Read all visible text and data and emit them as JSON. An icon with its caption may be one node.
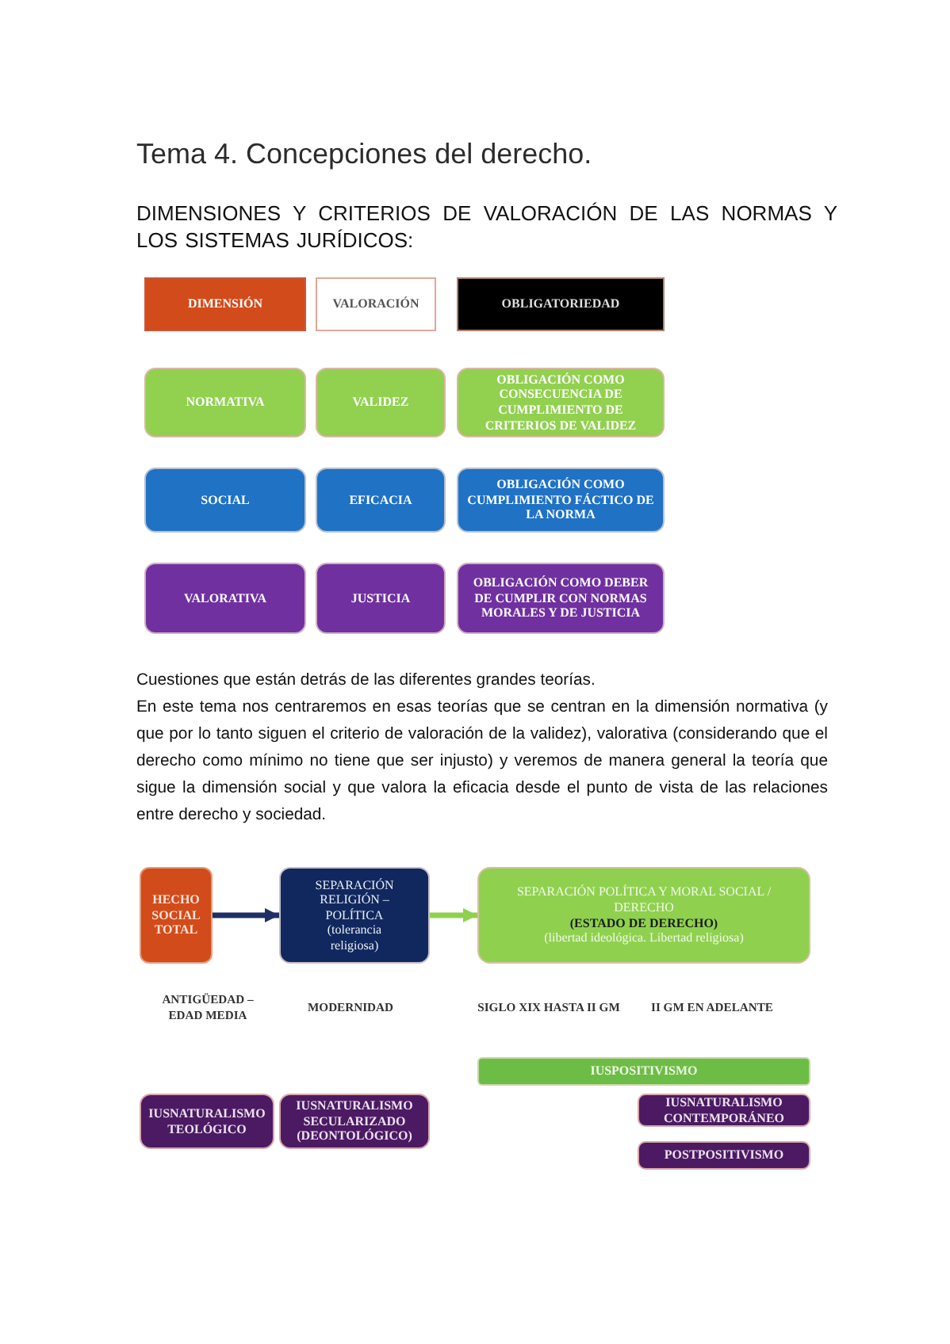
{
  "diagram": {
    "title": "Tema 4. Concepciones del derecho.",
    "nodes": [
      {
        "text": [
          "DIMENSIÓN"
        ]
      },
      {
        "text": [
          "VALORACIÓN"
        ]
      },
      {
        "text": [
          "OBLIGATORIEDAD"
        ]
      },
      {
        "text": [
          "NORMATIVA"
        ]
      },
      {
        "text": [
          "VALIDEZ"
        ]
      },
      {
        "text": [
          "OBLIGACIÓN COMO CONSECUENCIA DE CUMPLIMIENTO DE CRITERIOS DE VALIDEZ"
        ]
      },
      {
        "text": [
          "SOCIAL"
        ]
      },
      {
        "text": [
          "EFICACIA"
        ]
      },
      {
        "text": [
          "OBLIGACIÓN COMO CUMPLIMIENTO FÁCTICO DE LA NORMA"
        ]
      },
      {
        "text": [
          "VALORATIVA"
        ]
      },
      {
        "text": [
          "JUSTICIA"
        ]
      },
      {
        "text": [
          "OBLIGACIÓN COMO DEBER DE CUMPLIR CON NORMAS MORALES Y DE JUSTICIA"
        ]
      },
      {
        "text": [
          "HECHO SOCIAL TOTAL"
        ]
      },
      {
        "text": [
          "SEPARACIÓN RELIGIÓN – POLÍTICA",
          "(tolerancia religiosa)"
        ]
      },
      {
        "text": [
          "SEPARACIÓN POLÍTICA Y MORAL SOCIAL / DERECHO",
          "(ESTADO DE DERECHO)",
          "(libertad ideológica. Libertad religiosa)"
        ]
      },
      {
        "text": [
          "IUSPOSITIVISMO"
        ]
      },
      {
        "text": [
          "IUSNATURALISMO TEOLÓGICO"
        ]
      },
      {
        "text": [
          "IUSNATURALISMO SECULARIZADO (DEONTOLÓGICO)"
        ]
      },
      {
        "text": [
          "IUSNATURALISMO CONTEMPORÁNEO"
        ]
      },
      {
        "text": [
          "POSTPOSITIVISMO"
        ]
      }
    ],
    "edges": [
      {
        "from": 12,
        "to": 13,
        "arrow": "to",
        "color": "#1f2f66"
      },
      {
        "from": 13,
        "to": 14,
        "arrow": "to",
        "color": "#8fd14f"
      }
    ],
    "labels": [
      "DIMENSIONES Y CRITERIOS DE VALORACIÓN DE LAS NORMAS Y LOS SISTEMAS JURÍDICOS:",
      "Cuestiones que están detrás de las diferentes grandes teorías.",
      "En este tema nos centraremos en esas teorías que se centran en la dimensión normativa (y que por lo tanto siguen el criterio de valoración de la validez), valorativa (considerando que el derecho como mínimo no tiene que ser injusto) y veremos de manera general la teoría que sigue la dimensión social y que valora la eficacia desde el punto de vista de las relaciones entre derecho y sociedad.",
      "ANTIGÜEDAD – EDAD MEDIA",
      "MODERNIDAD",
      "SIGLO XIX HASTA II GM",
      "II GM EN ADELANTE"
    ]
  }
}
